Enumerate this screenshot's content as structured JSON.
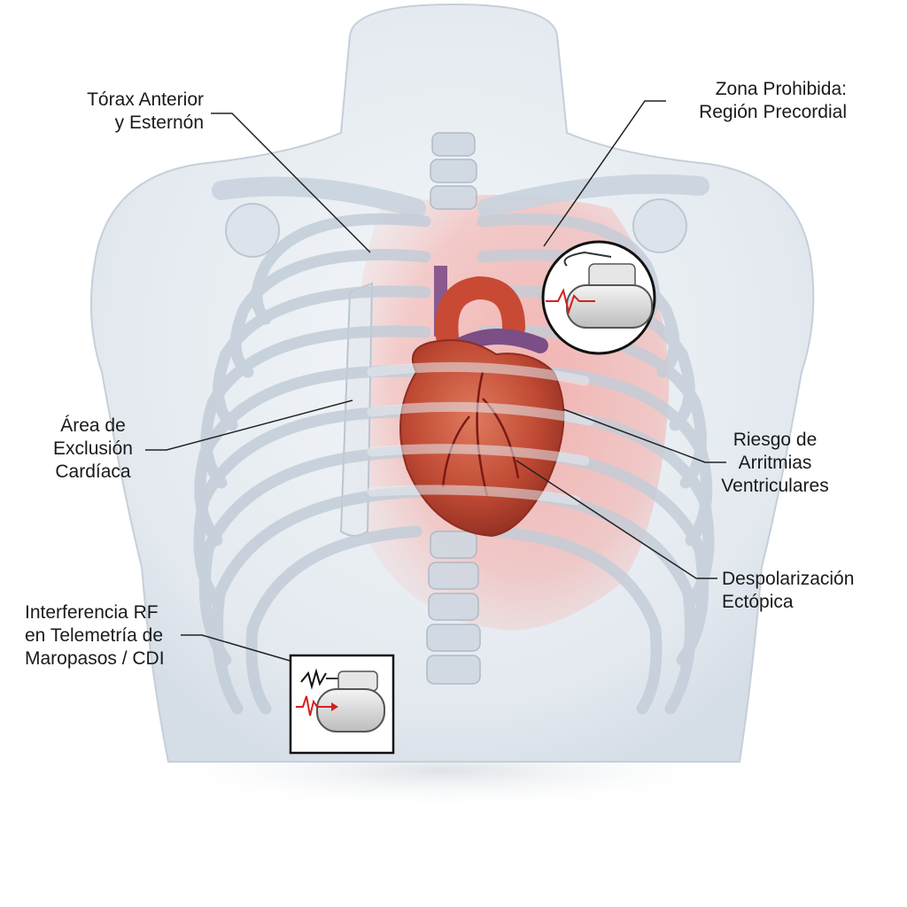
{
  "labels": {
    "torax": [
      "Tórax Anterior",
      "y Esternón"
    ],
    "zona": [
      "Zona Prohibida:",
      "Región Precordial"
    ],
    "area": [
      "Área de",
      "Exclusión",
      "Cardíaca"
    ],
    "riesgo": [
      "Riesgo de",
      "Arritmias",
      "Ventriculares"
    ],
    "despolarizacion": [
      "Despolarización",
      "Ectópica"
    ],
    "interferencia": [
      "Interferencia RF",
      "en Telemetría de",
      "Maropasos / CDI"
    ]
  },
  "icons": {
    "pacemaker_circle": "pacemaker-icon",
    "pacemaker_box": "pacemaker-interference-icon"
  },
  "colors": {
    "forbidden_zone": "#f08a8a",
    "heart": "#c8553f",
    "ecg_line": "#d42020",
    "bone": "#c9d3de",
    "body": "#e8edf2"
  }
}
